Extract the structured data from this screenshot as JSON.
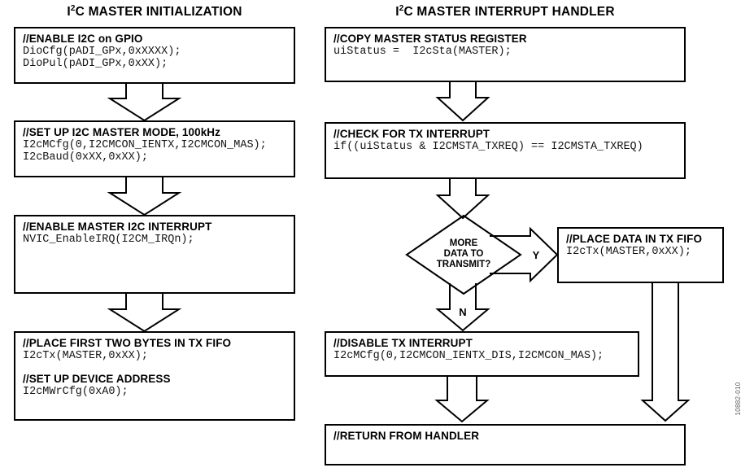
{
  "left_flow": {
    "title": {
      "pre": "I",
      "sup": "2",
      "post": "C MASTER INITIALIZATION"
    },
    "enable_gpio": {
      "heading": "//ENABLE I2C on GPIO",
      "code": [
        "DioCfg(pADI_GPx,0xXXXX);",
        "DioPul(pADI_GPx,0xXX);"
      ]
    },
    "setup_master_mode": {
      "heading": "//SET UP I2C MASTER MODE, 100kHz",
      "code": [
        "I2cMCfg(0,I2CMCON_IENTX,I2CMCON_MAS);",
        "I2cBaud(0xXX,0xXX);"
      ]
    },
    "enable_master_interrupt": {
      "heading": "//ENABLE MASTER I2C INTERRUPT",
      "code": [
        "NVIC_EnableIRQ(I2CM_IRQn);"
      ]
    },
    "place_first_bytes": {
      "heading": "//PLACE FIRST TWO BYTES IN TX FIFO",
      "code": [
        "I2cTx(MASTER,0xXX);"
      ]
    },
    "setup_device_address": {
      "heading": "//SET UP DEVICE ADDRESS",
      "code": [
        "I2cMWrCfg(0xA0);"
      ]
    }
  },
  "right_flow": {
    "title": {
      "pre": "I",
      "sup": "2",
      "post": "C MASTER INTERRUPT HANDLER"
    },
    "copy_status": {
      "heading": "//COPY MASTER STATUS REGISTER",
      "code": [
        "uiStatus =  I2cSta(MASTER);"
      ]
    },
    "check_tx_interrupt": {
      "heading": "//CHECK FOR TX INTERRUPT",
      "code": [
        "if((uiStatus & I2CMSTA_TXREQ) == I2CMSTA_TXREQ)"
      ]
    },
    "decision": {
      "line1": "MORE",
      "line2": "DATA TO",
      "line3": "TRANSMIT?",
      "yes_label": "Y",
      "no_label": "N"
    },
    "place_data_tx_fifo": {
      "heading": "//PLACE DATA IN TX FIFO",
      "code": [
        "I2cTx(MASTER,0xXX);"
      ]
    },
    "disable_tx_interrupt": {
      "heading": "//DISABLE TX INTERRUPT",
      "code": [
        "I2cMCfg(0,I2CMCON_IENTX_DIS,I2CMCON_MAS);"
      ]
    },
    "return_from_handler": {
      "heading": "//RETURN FROM HANDLER"
    }
  },
  "figure_id": "10882-010",
  "colors": {
    "ink": "#000000",
    "code_text": "#141414",
    "background": "#ffffff",
    "figure_id_gray": "#5a5a5a"
  }
}
